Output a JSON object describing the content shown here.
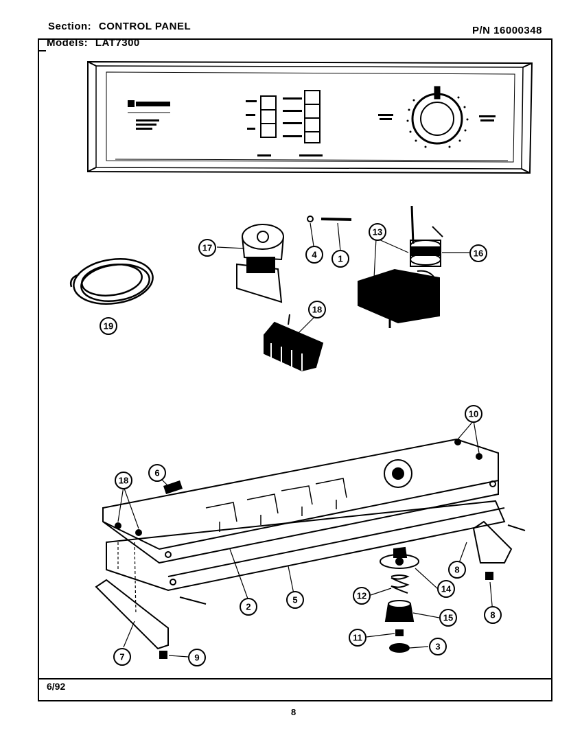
{
  "header": {
    "section_label": "Section:",
    "section_value": "CONTROL PANEL",
    "pn": "P/N 16000348",
    "models_label": "Models:",
    "models_value": "LAT7300"
  },
  "footer": {
    "date": "6/92",
    "page": "8"
  },
  "callouts": [
    "17",
    "4",
    "1",
    "13",
    "16",
    "19",
    "18",
    "10",
    "6",
    "18",
    "2",
    "5",
    "8",
    "8",
    "12",
    "14",
    "15",
    "11",
    "3",
    "7",
    "9"
  ]
}
